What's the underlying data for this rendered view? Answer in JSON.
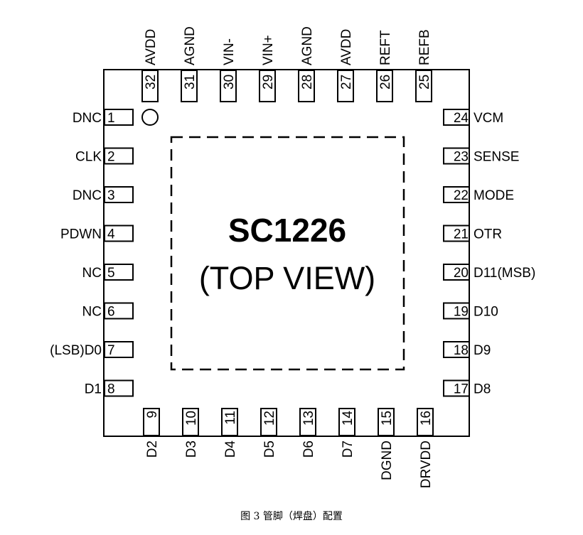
{
  "chip": {
    "name": "SC1226",
    "view": "(TOP VIEW)"
  },
  "pins": {
    "left": [
      {
        "num": "1",
        "label": "DNC"
      },
      {
        "num": "2",
        "label": "CLK"
      },
      {
        "num": "3",
        "label": "DNC"
      },
      {
        "num": "4",
        "label": "PDWN"
      },
      {
        "num": "5",
        "label": "NC"
      },
      {
        "num": "6",
        "label": "NC"
      },
      {
        "num": "7",
        "label": "(LSB)D0"
      },
      {
        "num": "8",
        "label": "D1"
      }
    ],
    "bottom": [
      {
        "num": "9",
        "label": "D2"
      },
      {
        "num": "10",
        "label": "D3"
      },
      {
        "num": "11",
        "label": "D4"
      },
      {
        "num": "12",
        "label": "D5"
      },
      {
        "num": "13",
        "label": "D6"
      },
      {
        "num": "14",
        "label": "D7"
      },
      {
        "num": "15",
        "label": "DGND"
      },
      {
        "num": "16",
        "label": "DRVDD"
      }
    ],
    "right": [
      {
        "num": "24",
        "label": "VCM"
      },
      {
        "num": "23",
        "label": "SENSE"
      },
      {
        "num": "22",
        "label": "MODE"
      },
      {
        "num": "21",
        "label": "OTR"
      },
      {
        "num": "20",
        "label": "D11(MSB)"
      },
      {
        "num": "19",
        "label": "D10"
      },
      {
        "num": "18",
        "label": "D9"
      },
      {
        "num": "17",
        "label": "D8"
      }
    ],
    "top": [
      {
        "num": "32",
        "label": "AVDD"
      },
      {
        "num": "31",
        "label": "AGND"
      },
      {
        "num": "30",
        "label": "VIN-"
      },
      {
        "num": "29",
        "label": "VIN+"
      },
      {
        "num": "28",
        "label": "AGND"
      },
      {
        "num": "27",
        "label": "AVDD"
      },
      {
        "num": "26",
        "label": "REFT"
      },
      {
        "num": "25",
        "label": "REFB"
      }
    ]
  },
  "caption": "图 3 管脚（焊盘）配置"
}
